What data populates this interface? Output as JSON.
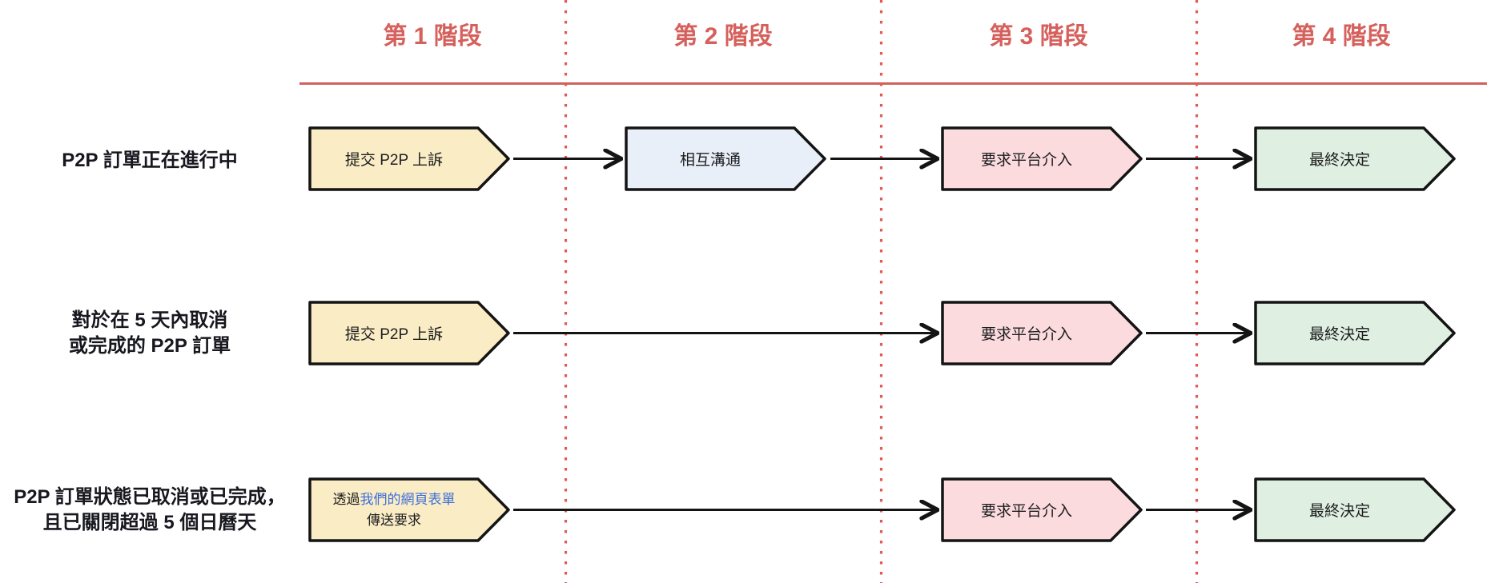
{
  "diagram": {
    "type": "flowchart",
    "topic": "P2P appeal process stages"
  },
  "columns": [
    {
      "label": "第 1 階段"
    },
    {
      "label": "第 2 階段"
    },
    {
      "label": "第 3 階段"
    },
    {
      "label": "第 4 階段"
    }
  ],
  "rows": [
    {
      "label_lines": [
        "P2P 訂單正在進行中"
      ]
    },
    {
      "label_lines": [
        "對於在 5 天內取消",
        "或完成的 P2P 訂單"
      ]
    },
    {
      "label_lines": [
        "P2P 訂單狀態已取消或已完成，",
        "且已關閉超過 5 個日曆天"
      ]
    }
  ],
  "boxes": {
    "submit_appeal": "提交 P2P 上訴",
    "mutual_communication": "相互溝通",
    "request_platform": "要求平台介入",
    "final_decision": "最終決定",
    "web_form": {
      "prefix": "透過",
      "link_text": "我們的網頁表單",
      "line2": "傳送要求"
    }
  },
  "colors": {
    "stage_header_red": "#d5605c",
    "header_underline_red": "#cf625e",
    "dotted_divider_red": "#e15a54",
    "box_yellow": "#faedc6",
    "box_blue": "#e9eff8",
    "box_pink": "#fbdbde",
    "box_green": "#dff0e2",
    "box_border": "#141414",
    "arrow_black": "#141414",
    "link_blue": "#3e6edb",
    "label_dark": "#17171f"
  }
}
